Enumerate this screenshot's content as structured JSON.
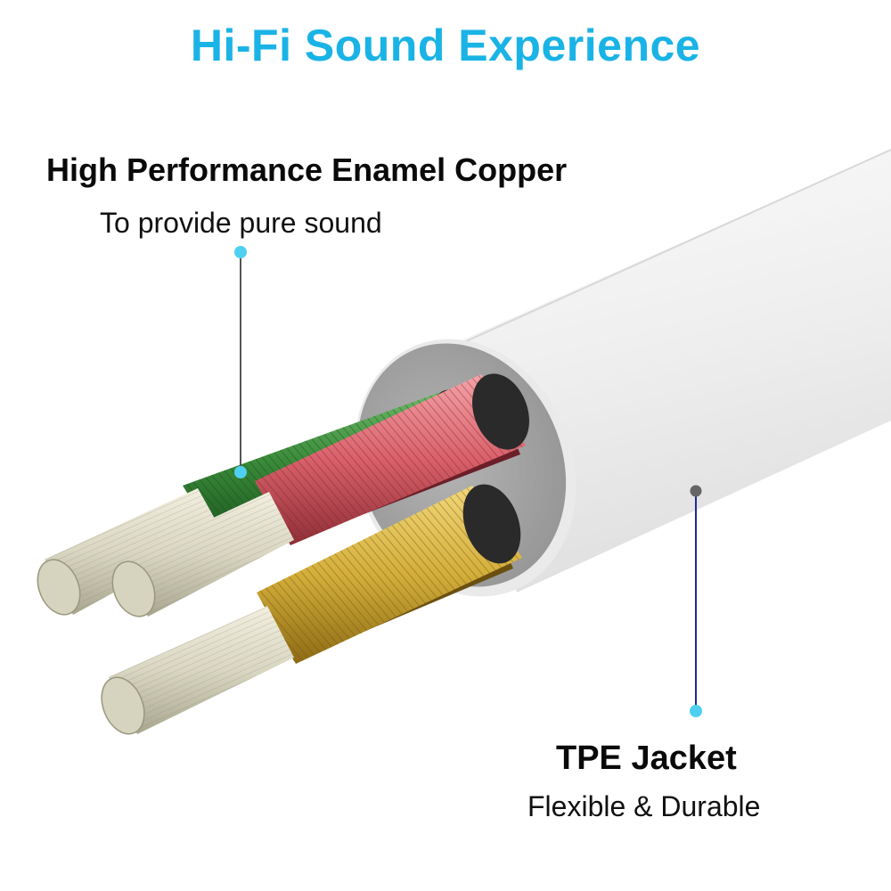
{
  "headline": "Hi-Fi Sound Experience",
  "callouts": {
    "copper": {
      "title": "High Performance Enamel Copper",
      "subtitle": "To provide pure sound"
    },
    "jacket": {
      "title": "TPE Jacket",
      "subtitle": "Flexible & Durable"
    }
  },
  "colors": {
    "headline": "#1ab3e6",
    "callout_marker": "#4fd0f0",
    "jacket_marker": "#666666",
    "copper_leader_line": "#555555",
    "jacket_leader_line": "#1a2a9a",
    "wire_green": "#3a8a3a",
    "wire_red": "#d9606a",
    "wire_gold": "#d4ae3a",
    "strand_core": "#e4e1cf",
    "jacket_body": "#eeeeee",
    "jacket_cut_face": "#a7a7a7"
  },
  "icons": {
    "copper_marker": "dot-icon",
    "jacket_marker": "dot-icon"
  }
}
